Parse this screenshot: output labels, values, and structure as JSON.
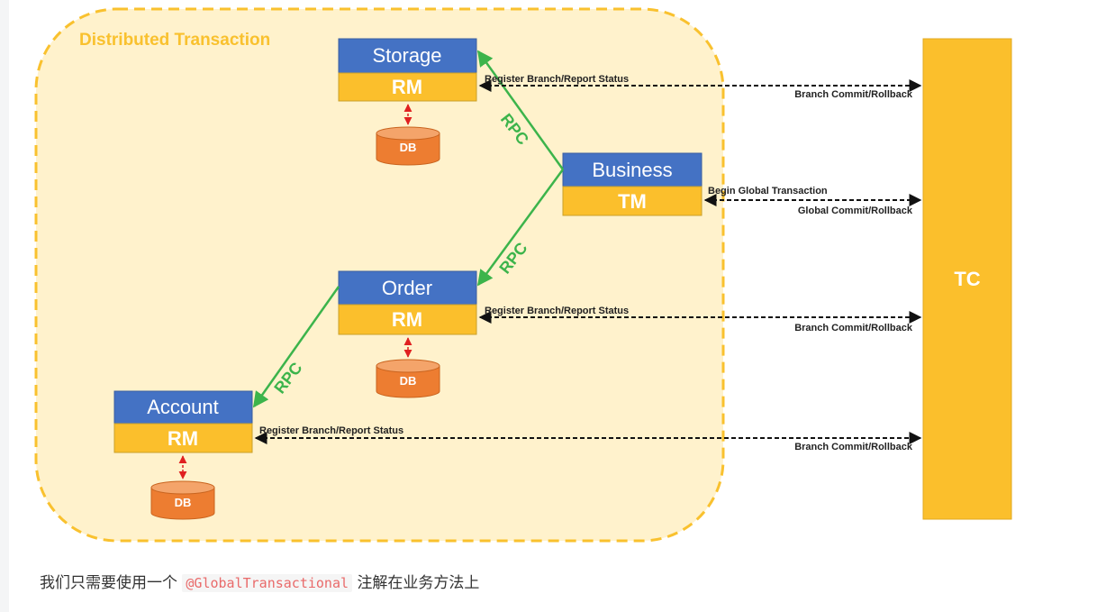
{
  "diagram": {
    "region_title": "Distributed Transaction",
    "rpc_label": "RPC",
    "db_label": "DB",
    "tc_label": "TC",
    "services": {
      "storage": {
        "name": "Storage",
        "role": "RM"
      },
      "business": {
        "name": "Business",
        "role": "TM"
      },
      "order": {
        "name": "Order",
        "role": "RM"
      },
      "account": {
        "name": "Account",
        "role": "RM"
      }
    },
    "flows": {
      "register": "Register Branch/Report Status",
      "branch_commit": "Branch Commit/Rollback",
      "begin_global": "Begin Global Transaction",
      "global_commit": "Global Commit/Rollback"
    }
  },
  "caption": {
    "before": "我们只需要使用一个",
    "code": "@GlobalTransactional",
    "after": "注解在业务方法上"
  },
  "colors": {
    "blue": "#4472c4",
    "yellow": "#fbbf2c",
    "orange": "#ed7d31",
    "green": "#3cb44b",
    "region_fill": "#fff2cc",
    "region_border": "#f9c12e"
  }
}
